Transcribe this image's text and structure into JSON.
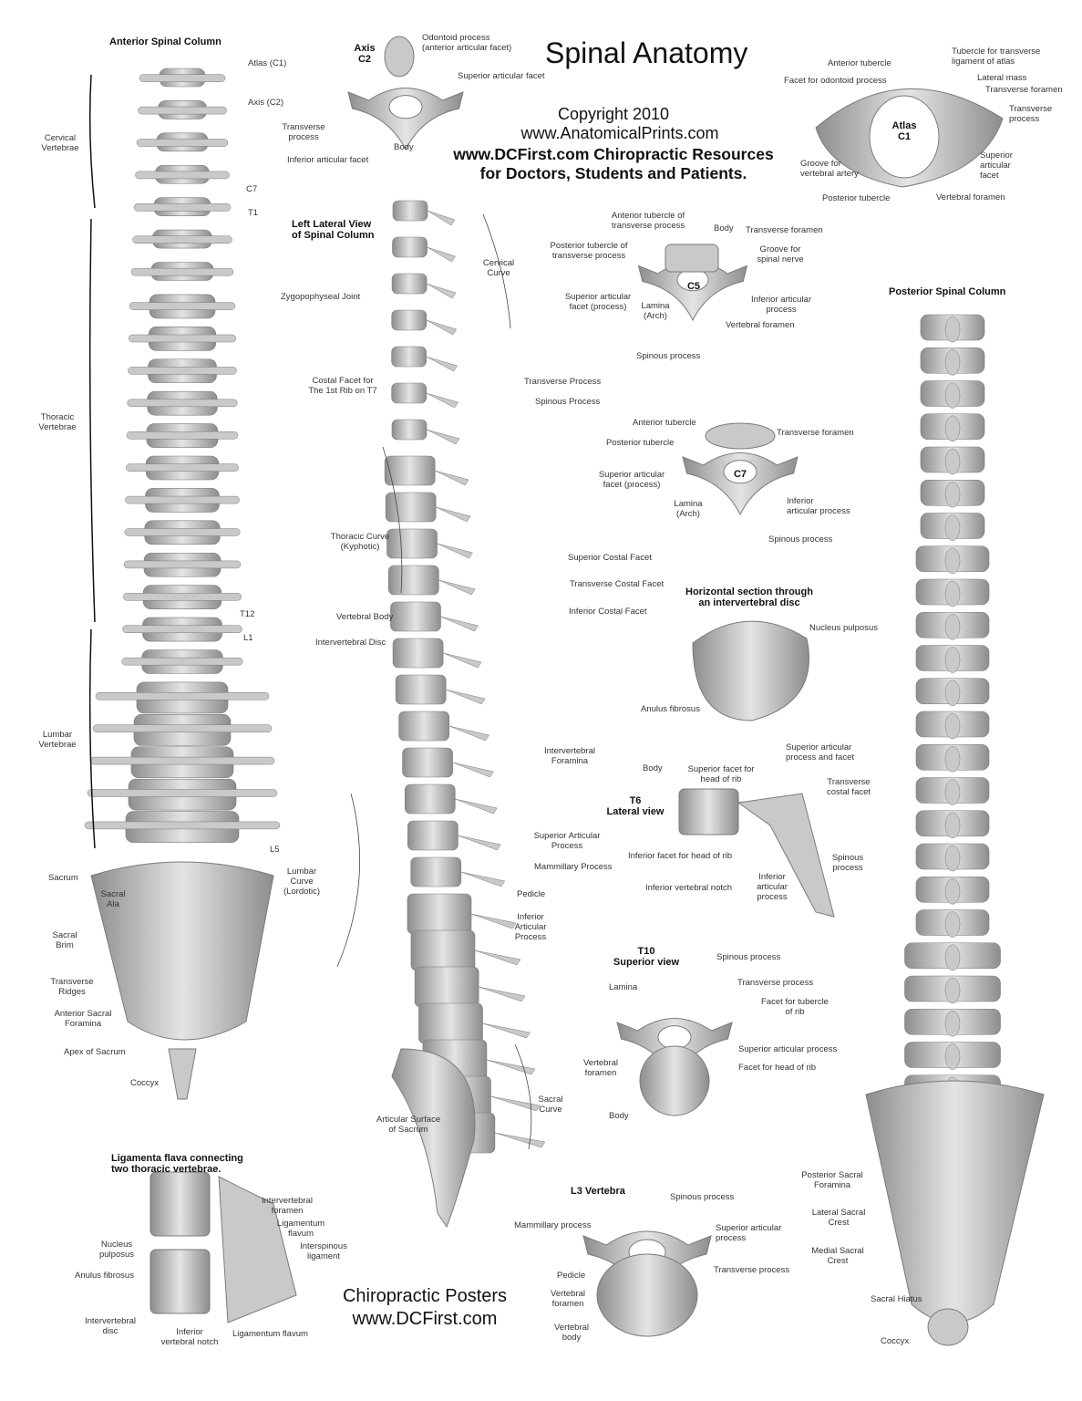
{
  "header": {
    "title": "Spinal Anatomy",
    "copyright": "Copyright 2010",
    "site": "www.AnatomicalPrints.com",
    "promo_line1": "www.DCFirst.com Chiropractic Resources",
    "promo_line2": "for Doctors, Students and Patients."
  },
  "footer": {
    "line1": "Chiropractic Posters",
    "line2": "www.DCFirst.com"
  },
  "colors": {
    "bone": "#c9c9c9",
    "bone_dark": "#7a7a7a",
    "text": "#333333"
  },
  "headings": [
    {
      "id": "anterior",
      "text": "Anterior Spinal Column"
    },
    {
      "id": "axis",
      "text": "Axis\nC2"
    },
    {
      "id": "lateral",
      "text": "Left Lateral View\nof Spinal Column"
    },
    {
      "id": "posterior",
      "text": "Posterior Spinal Column"
    },
    {
      "id": "atlas",
      "text": "Atlas\nC1"
    },
    {
      "id": "c5",
      "text": "C5"
    },
    {
      "id": "c7",
      "text": "C7"
    },
    {
      "id": "disc",
      "text": "Horizontal section through\nan intervertebral disc"
    },
    {
      "id": "t6",
      "text": "T6\nLateral view"
    },
    {
      "id": "t10",
      "text": "T10\nSuperior view"
    },
    {
      "id": "l3",
      "text": "L3 Vertebra"
    },
    {
      "id": "ligamenta",
      "text": "Ligamenta flava connecting\ntwo thoracic vertebrae."
    }
  ],
  "labels": [
    {
      "id": "a1",
      "text": "Atlas (C1)"
    },
    {
      "id": "a2",
      "text": "Axis (C2)"
    },
    {
      "id": "a3",
      "text": "Cervical\nVertebrae"
    },
    {
      "id": "a4",
      "text": "C7"
    },
    {
      "id": "a5",
      "text": "T1"
    },
    {
      "id": "a6",
      "text": "Thoracic\nVertebrae"
    },
    {
      "id": "a7",
      "text": "T12"
    },
    {
      "id": "a8",
      "text": "L1"
    },
    {
      "id": "a9",
      "text": "Lumbar\nVertebrae"
    },
    {
      "id": "a10",
      "text": "L5"
    },
    {
      "id": "a11",
      "text": "Sacrum"
    },
    {
      "id": "a12",
      "text": "Sacral\nAla"
    },
    {
      "id": "a13",
      "text": "Sacral\nBrim"
    },
    {
      "id": "a14",
      "text": "Transverse\nRidges"
    },
    {
      "id": "a15",
      "text": "Anterior Sacral\nForamina"
    },
    {
      "id": "a16",
      "text": "Apex of Sacrum"
    },
    {
      "id": "a17",
      "text": "Coccyx"
    },
    {
      "id": "x1",
      "text": "Odontoid process\n(anterior articular facet)"
    },
    {
      "id": "x2",
      "text": "Superior articular facet"
    },
    {
      "id": "x3",
      "text": "Transverse\nprocess"
    },
    {
      "id": "x4",
      "text": "Body"
    },
    {
      "id": "x5",
      "text": "Inferior articular facet"
    },
    {
      "id": "l1",
      "text": "Cervical\nCurve"
    },
    {
      "id": "l2",
      "text": "Zygopophyseal Joint"
    },
    {
      "id": "l3",
      "text": "Costal Facet for\nThe 1st Rib on T7"
    },
    {
      "id": "l4",
      "text": "Transverse Process"
    },
    {
      "id": "l5",
      "text": "Spinous Process"
    },
    {
      "id": "l6",
      "text": "Thoracic Curve\n(Kyphotic)"
    },
    {
      "id": "l7",
      "text": "Superior Costal Facet"
    },
    {
      "id": "l8",
      "text": "Transverse Costal Facet"
    },
    {
      "id": "l9",
      "text": "Inferior Costal Facet"
    },
    {
      "id": "l10",
      "text": "Vertebral Body"
    },
    {
      "id": "l11",
      "text": "Intervertebral Disc"
    },
    {
      "id": "l12",
      "text": "Intervertebral\nForamina"
    },
    {
      "id": "l13",
      "text": "Lumbar\nCurve\n(Lordotic)"
    },
    {
      "id": "l14",
      "text": "Superior Articular\nProcess"
    },
    {
      "id": "l15",
      "text": "Mammillary Process"
    },
    {
      "id": "l16",
      "text": "Pedicle"
    },
    {
      "id": "l17",
      "text": "Inferior\nArticular\nProcess"
    },
    {
      "id": "l18",
      "text": "Sacral\nCurve"
    },
    {
      "id": "l19",
      "text": "Articular Surface\nof Sacrum"
    },
    {
      "id": "c1a",
      "text": "Anterior tubercle"
    },
    {
      "id": "c1b",
      "text": "Tubercle for transverse\nligament of atlas"
    },
    {
      "id": "c1c",
      "text": "Facet for odontoid process"
    },
    {
      "id": "c1d",
      "text": "Lateral mass"
    },
    {
      "id": "c1e",
      "text": "Transverse foramen"
    },
    {
      "id": "c1f",
      "text": "Transverse\nprocess"
    },
    {
      "id": "c1g",
      "text": "Groove for\nvertebral artery"
    },
    {
      "id": "c1h",
      "text": "Superior\narticular\nfacet"
    },
    {
      "id": "c1i",
      "text": "Posterior tubercle"
    },
    {
      "id": "c1j",
      "text": "Vertebral foramen"
    },
    {
      "id": "c5a",
      "text": "Anterior tubercle of\ntransverse process"
    },
    {
      "id": "c5b",
      "text": "Body"
    },
    {
      "id": "c5c",
      "text": "Transverse foramen"
    },
    {
      "id": "c5d",
      "text": "Posterior tubercle of\ntransverse process"
    },
    {
      "id": "c5e",
      "text": "Groove for\nspinal nerve"
    },
    {
      "id": "c5f",
      "text": "Superior articular\nfacet (process)"
    },
    {
      "id": "c5g",
      "text": "Lamina\n(Arch)"
    },
    {
      "id": "c5h",
      "text": "Inferior articular\nprocess"
    },
    {
      "id": "c5i",
      "text": "Vertebral foramen"
    },
    {
      "id": "c5j",
      "text": "Spinous process"
    },
    {
      "id": "c7a",
      "text": "Anterior tubercle"
    },
    {
      "id": "c7b",
      "text": "Transverse foramen"
    },
    {
      "id": "c7c",
      "text": "Posterior tubercle"
    },
    {
      "id": "c7d",
      "text": "Superior articular\nfacet (process)"
    },
    {
      "id": "c7e",
      "text": "Lamina\n(Arch)"
    },
    {
      "id": "c7f",
      "text": "Inferior\narticular process"
    },
    {
      "id": "c7g",
      "text": "Spinous process"
    },
    {
      "id": "d1",
      "text": "Nucleus pulposus"
    },
    {
      "id": "d2",
      "text": "Anulus fibrosus"
    },
    {
      "id": "t6a",
      "text": "Body"
    },
    {
      "id": "t6b",
      "text": "Superior facet for\nhead of rib"
    },
    {
      "id": "t6c",
      "text": "Superior articular\nprocess and facet"
    },
    {
      "id": "t6d",
      "text": "Transverse\ncostal facet"
    },
    {
      "id": "t6e",
      "text": "Inferior facet for head of rib"
    },
    {
      "id": "t6f",
      "text": "Inferior vertebral notch"
    },
    {
      "id": "t6g",
      "text": "Inferior\narticular\nprocess"
    },
    {
      "id": "t6h",
      "text": "Spinous\nprocess"
    },
    {
      "id": "t10a",
      "text": "Spinous process"
    },
    {
      "id": "t10b",
      "text": "Lamina"
    },
    {
      "id": "t10c",
      "text": "Transverse process"
    },
    {
      "id": "t10d",
      "text": "Facet for tubercle\nof rib"
    },
    {
      "id": "t10e",
      "text": "Superior articular process"
    },
    {
      "id": "t10f",
      "text": "Vertebral\nforamen"
    },
    {
      "id": "t10g",
      "text": "Facet for head of rib"
    },
    {
      "id": "t10h",
      "text": "Body"
    },
    {
      "id": "l3a",
      "text": "Spinous process"
    },
    {
      "id": "l3b",
      "text": "Mammillary process"
    },
    {
      "id": "l3c",
      "text": "Superior articular\nprocess"
    },
    {
      "id": "l3d",
      "text": "Pedicle"
    },
    {
      "id": "l3e",
      "text": "Transverse process"
    },
    {
      "id": "l3f",
      "text": "Vertebral\nforamen"
    },
    {
      "id": "l3g",
      "text": "Vertebral\nbody"
    },
    {
      "id": "g1",
      "text": "Intervertebral\nforamen"
    },
    {
      "id": "g2",
      "text": "Ligamentum\nflavum"
    },
    {
      "id": "g3",
      "text": "Nucleus\npulposus"
    },
    {
      "id": "g4",
      "text": "Interspinous\nligament"
    },
    {
      "id": "g5",
      "text": "Anulus fibrosus"
    },
    {
      "id": "g6",
      "text": "Intervertebral\ndisc"
    },
    {
      "id": "g7",
      "text": "Inferior\nvertebral notch"
    },
    {
      "id": "g8",
      "text": "Ligamentum flavum"
    },
    {
      "id": "p1",
      "text": "Posterior Sacral\nForamina"
    },
    {
      "id": "p2",
      "text": "Lateral Sacral\nCrest"
    },
    {
      "id": "p3",
      "text": "Medial Sacral\nCrest"
    },
    {
      "id": "p4",
      "text": "Sacral Hiatus"
    },
    {
      "id": "p5",
      "text": "Coccyx"
    }
  ]
}
